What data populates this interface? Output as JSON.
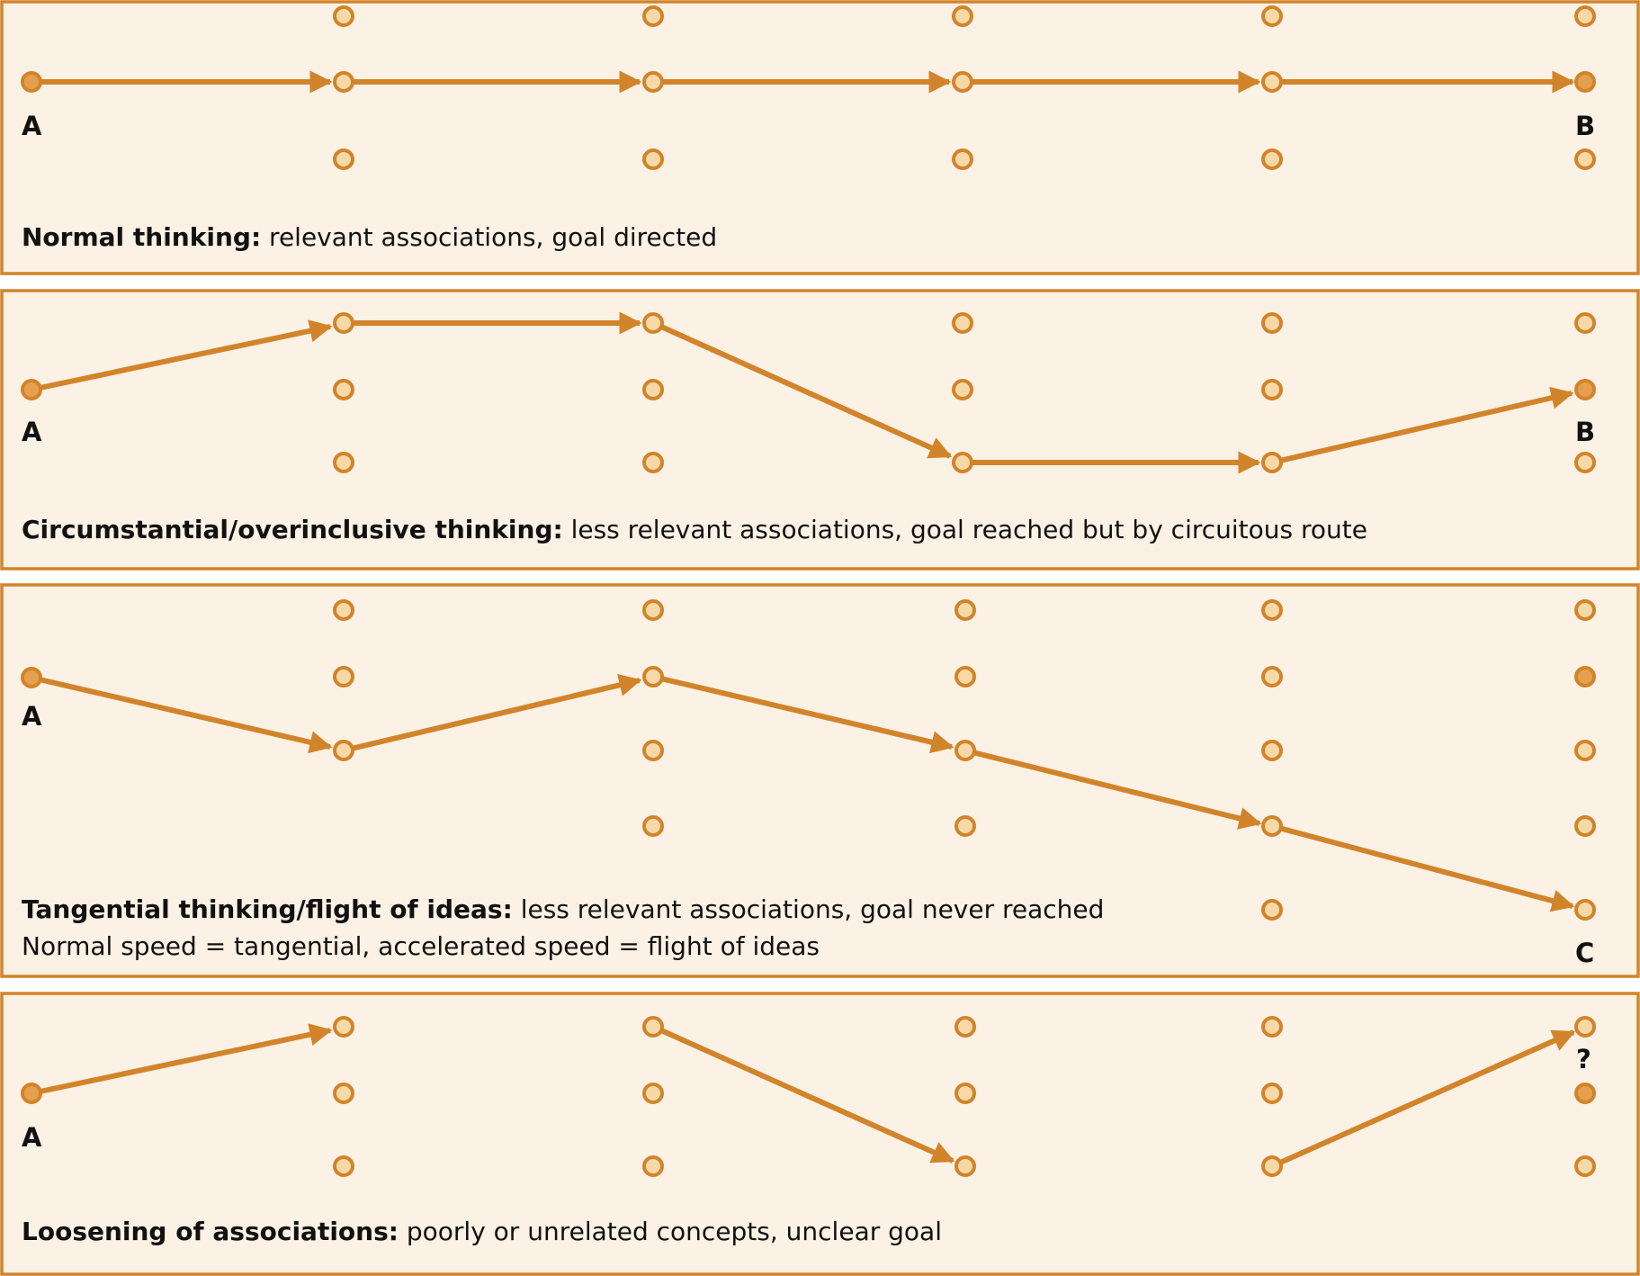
{
  "colors": {
    "panel_background": "#fbf1e4",
    "accent": "#d2842a",
    "node_fill": "#f6d9a7",
    "node_fill_highlight": "#e5a04e",
    "text": "#111111"
  },
  "panels": [
    {
      "id": "normal",
      "caption_bold": "Normal thinking:",
      "caption_rest": " relevant associations, goal directed",
      "caption_line2": "",
      "start_label": "A",
      "end_label": "B",
      "path": [
        "A",
        "n1",
        "n2",
        "n3",
        "n4",
        "B"
      ]
    },
    {
      "id": "circumstantial",
      "caption_bold": "Circumstantial/overinclusive thinking:",
      "caption_rest": " less relevant associations, goal reached but by circuitous route",
      "caption_line2": "",
      "start_label": "A",
      "end_label": "B",
      "path": [
        "A",
        "n1-top",
        "n2-top",
        "n3-bottom",
        "n4-bottom",
        "B"
      ]
    },
    {
      "id": "tangential",
      "caption_bold": "Tangential thinking/flight of ideas:",
      "caption_rest": " less relevant associations, goal never reached",
      "caption_line2": "Normal speed = tangential, accelerated speed = flight of ideas",
      "start_label": "A",
      "end_label": "C",
      "path": [
        "A",
        "n1",
        "n2",
        "n3",
        "n4",
        "C"
      ]
    },
    {
      "id": "loosening",
      "caption_bold": "Loosening of associations:",
      "caption_rest": " poorly or unrelated concepts, unclear goal",
      "caption_line2": "",
      "start_label": "A",
      "end_label": "?",
      "path": [
        "A",
        "n1-top",
        "n2-top",
        "n3-bottom",
        "n4-bottom",
        "?"
      ]
    }
  ]
}
